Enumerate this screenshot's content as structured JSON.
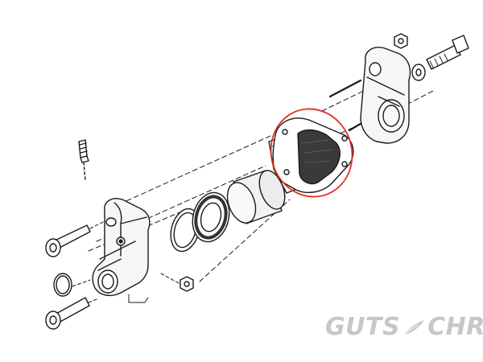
{
  "brand": {
    "left_word": "GUTS",
    "right_word": "CHROME",
    "color": "#c7c7c7"
  },
  "highlight": {
    "color": "#e0301e",
    "marks": "brake-pad-assembly"
  },
  "line_color": "#1a1a1a"
}
